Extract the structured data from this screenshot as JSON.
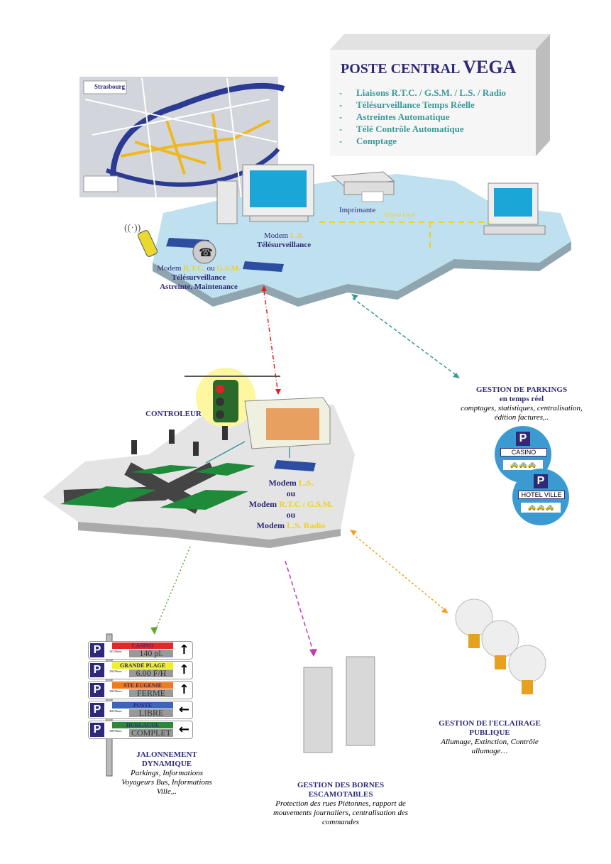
{
  "central": {
    "title_prefix": "POSTE CENTRAL",
    "title_brand": "VEGA",
    "features": [
      "Liaisons R.T.C. / G.S.M. / L.S. / Radio",
      "Télésurveillance Temps Réelle",
      "Astreintes Automatique",
      "Télé Contrôle Automatique",
      "Comptage"
    ],
    "bullet": "-"
  },
  "map": {
    "city": "Strasbourg"
  },
  "central_site": {
    "printer": "Imprimante",
    "network": "Réseau Local",
    "modem_ls": {
      "word": "Modem",
      "type": "L.S.",
      "role": "Télésurveillance"
    },
    "modem_rtc": {
      "word": "Modem",
      "type1": "R.T.C.",
      "or": "ou",
      "type2": "G.S.M.",
      "role1": "Télésurveillance",
      "role2": "Astreinte, Maintenance"
    }
  },
  "controller": {
    "label": "CONTROLEUR",
    "modems": [
      {
        "word": "Modem",
        "type": "L.S."
      },
      {
        "word": "ou"
      },
      {
        "word": "Modem",
        "type": "R.T.C / G.S.M."
      },
      {
        "word": "ou"
      },
      {
        "word": "Modem",
        "type": "L.S. Radio"
      }
    ]
  },
  "parkings": {
    "title": "GESTION DE PARKINGS",
    "subtitle": "en temps réel",
    "desc": "comptages, statistiques, centralisation, édition factures,..",
    "signs": [
      {
        "letter": "P",
        "name": "CASINO",
        "color": "#3b9bd0"
      },
      {
        "letter": "P",
        "name": "HOTEL VILLE",
        "color": "#3b9bd0"
      }
    ]
  },
  "jalonnement": {
    "title1": "JALONNEMENT",
    "title2": "DYNAMIQUE",
    "desc": "Parkings, Informations Voyageurs Bus, Informations Ville,..",
    "signs": [
      {
        "letter": "P",
        "name": "CASINO",
        "color": "#e02a2a",
        "places": "345 Places",
        "value": "140 pl.",
        "arrow": "↑"
      },
      {
        "letter": "P",
        "name": "GRANDE PLAGE",
        "color": "#f2ee2a",
        "places": "230 Places",
        "value": "6.00 F/H",
        "arrow": "↑"
      },
      {
        "letter": "P",
        "name": "STE EUGENIE",
        "color": "#f07a1e",
        "places": "300 Places",
        "value": "FERME",
        "arrow": "↑"
      },
      {
        "letter": "P",
        "name": "POSTE",
        "color": "#3b66b8",
        "places": "400 Places",
        "value": "LIBRE",
        "arrow": "←"
      },
      {
        "letter": "P",
        "name": "HURLAGUE",
        "color": "#2a8a3a",
        "places": "300 Places",
        "value": "COMPLET",
        "arrow": "←"
      }
    ]
  },
  "bornes": {
    "title1": "GESTION DES BORNES",
    "title2": "ESCAMOTABLES",
    "desc": "Protection des rues Piétonnes, rapport de mouvements journaliers, centralisation des commandes"
  },
  "eclairage": {
    "title1": "GESTION DE l'ECLAIRAGE",
    "title2": "PUBLIQUE",
    "desc": "Allumage, Extinction, Contrôle allumage…"
  },
  "colors": {
    "navy": "#2e2a78",
    "teal": "#3a9a98",
    "yellow": "#f0d020",
    "platform": "#b8dcea"
  }
}
